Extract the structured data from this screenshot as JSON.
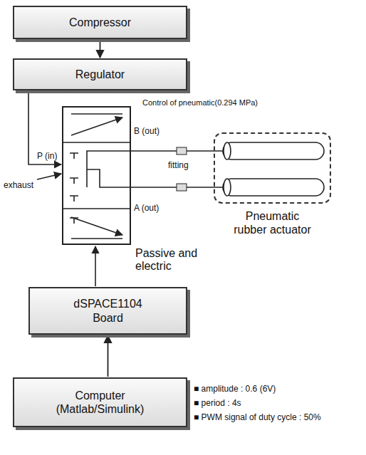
{
  "diagram": {
    "nodes": [
      {
        "text": [
          "Compressor"
        ]
      },
      {
        "text": [
          "Regulator"
        ]
      },
      {
        "text": [
          "dSPACE1104 Board"
        ]
      },
      {
        "text": [
          "Computer (Matlab/Simulink)"
        ]
      },
      {
        "text": [
          "Pneumatic rubber actuator"
        ]
      }
    ],
    "edges": [
      {
        "from": 0,
        "to": 1,
        "arrow": "to"
      },
      {
        "from": 3,
        "to": 2,
        "arrow": "to"
      }
    ],
    "labels": [
      "Control of pneumatic(0.294 MPa)",
      "B (out)",
      "P (in)",
      "fitting",
      "exhaust",
      "A (out)",
      "Passive and electric",
      "■ amplitude : 0.6 (6V)",
      "■ period : 4s",
      "■ PWM signal of duty cycle : 50%"
    ]
  }
}
